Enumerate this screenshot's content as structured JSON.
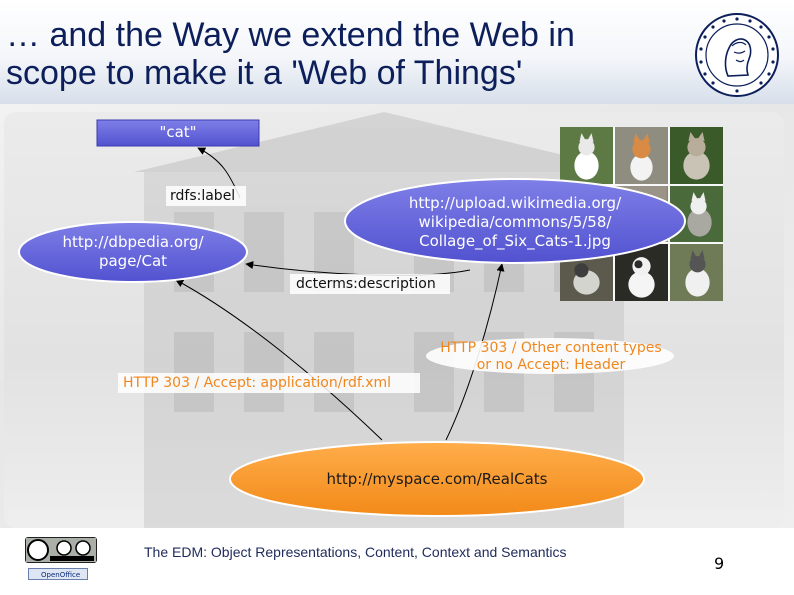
{
  "slide": {
    "title_line1": "… and the Way we extend the Web in",
    "title_line2": "scope to make it a 'Web of Things'",
    "footer": "The EDM: Object Representations, Content, Context and Semantics",
    "page_number": "9",
    "openoffice_badge": "OpenOffice"
  },
  "diagram": {
    "nodes": {
      "literal_cat": "\"cat\"",
      "dbpedia": [
        "http://dbpedia.org/",
        "page/Cat"
      ],
      "wikimedia": [
        "http://upload.wikimedia.org/",
        "wikipedia/commons/5/58/",
        "Collage_of_Six_Cats-1.jpg"
      ],
      "myspace": "http://myspace.com/RealCats"
    },
    "edges": {
      "label": "rdfs:label",
      "description": "dcterms:description",
      "http303_rdf": "HTTP 303 / Accept: application/rdf.xml",
      "http303_other_1": "HTTP 303 / Other content types",
      "http303_other_2": "or no Accept: Header"
    }
  },
  "colors": {
    "title": "#0c1f5a",
    "node_purple": "#6868e0",
    "node_orange": "#ff9a2e",
    "edge_label_orange": "#f0871e",
    "edge_label_black": "#111111"
  },
  "icons": [
    "university-seal-icon",
    "creative-commons-icon",
    "openoffice-icon",
    "cat-photo-collage"
  ]
}
